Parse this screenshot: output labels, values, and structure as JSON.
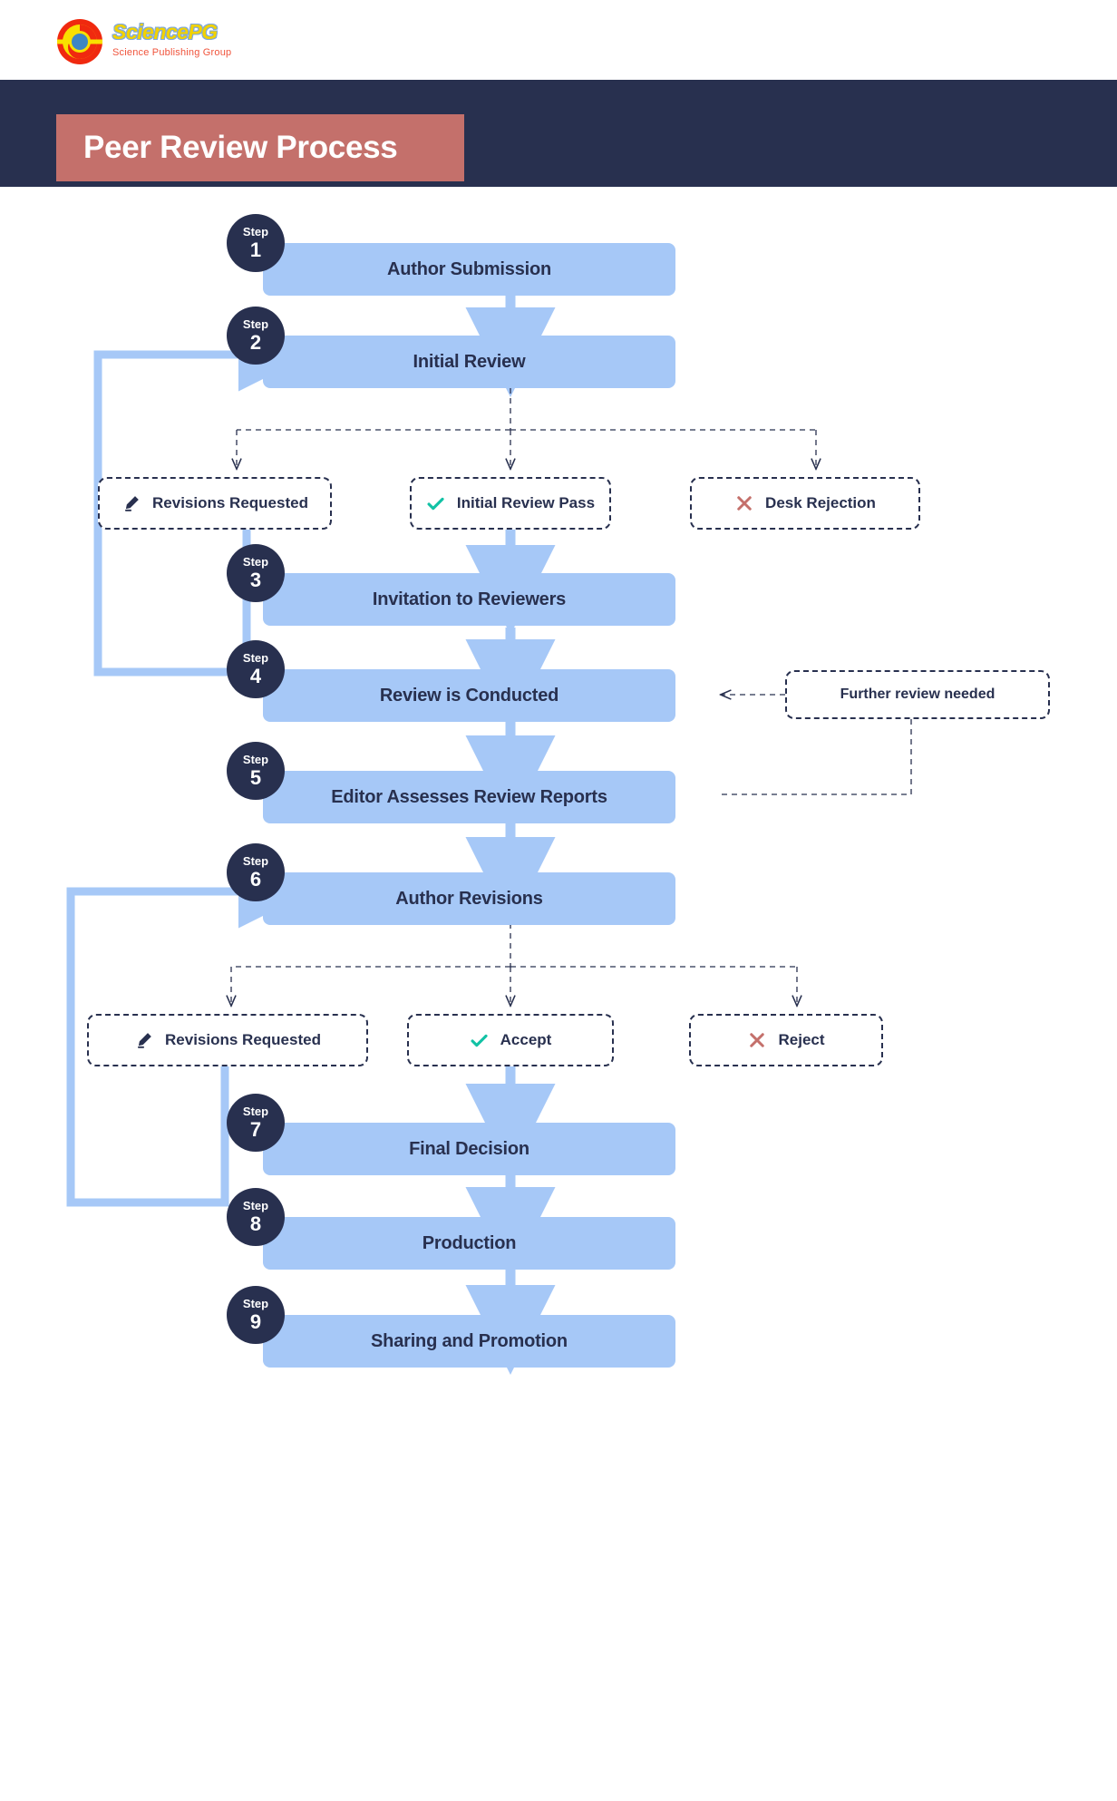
{
  "header": {
    "logo_name": "sciencepg-logo",
    "brand": "SciencePG",
    "tagline": "Science Publishing Group",
    "title": "Peer Review Process"
  },
  "colors": {
    "navy": "#28304f",
    "salmon": "#c4706b",
    "step_blue": "#a6c8f7",
    "arrow_blue": "#a6c8f7",
    "teal": "#12c2a5",
    "red": "#c4706b",
    "logo_yellow": "#f2d200",
    "logo_red": "#f0543c"
  },
  "steps": [
    {
      "word": "Step",
      "num": "1",
      "label": "Author Submission"
    },
    {
      "word": "Step",
      "num": "2",
      "label": "Initial Review"
    },
    {
      "word": "Step",
      "num": "3",
      "label": "Invitation to Reviewers"
    },
    {
      "word": "Step",
      "num": "4",
      "label": "Review is Conducted"
    },
    {
      "word": "Step",
      "num": "5",
      "label": "Editor Assesses Review Reports"
    },
    {
      "word": "Step",
      "num": "6",
      "label": "Author Revisions"
    },
    {
      "word": "Step",
      "num": "7",
      "label": "Final Decision"
    },
    {
      "word": "Step",
      "num": "8",
      "label": "Production"
    },
    {
      "word": "Step",
      "num": "9",
      "label": "Sharing and Promotion"
    }
  ],
  "decisions_after_initial_review": [
    {
      "icon": "pencil-icon",
      "label": "Revisions Requested"
    },
    {
      "icon": "check-icon",
      "label": "Initial Review Pass"
    },
    {
      "icon": "cross-icon",
      "label": "Desk Rejection"
    }
  ],
  "decisions_after_author_revisions": [
    {
      "icon": "pencil-icon",
      "label": "Revisions Requested"
    },
    {
      "icon": "check-icon",
      "label": "Accept"
    },
    {
      "icon": "cross-icon",
      "label": "Reject"
    }
  ],
  "notes": [
    {
      "label": "Further review needed"
    }
  ]
}
